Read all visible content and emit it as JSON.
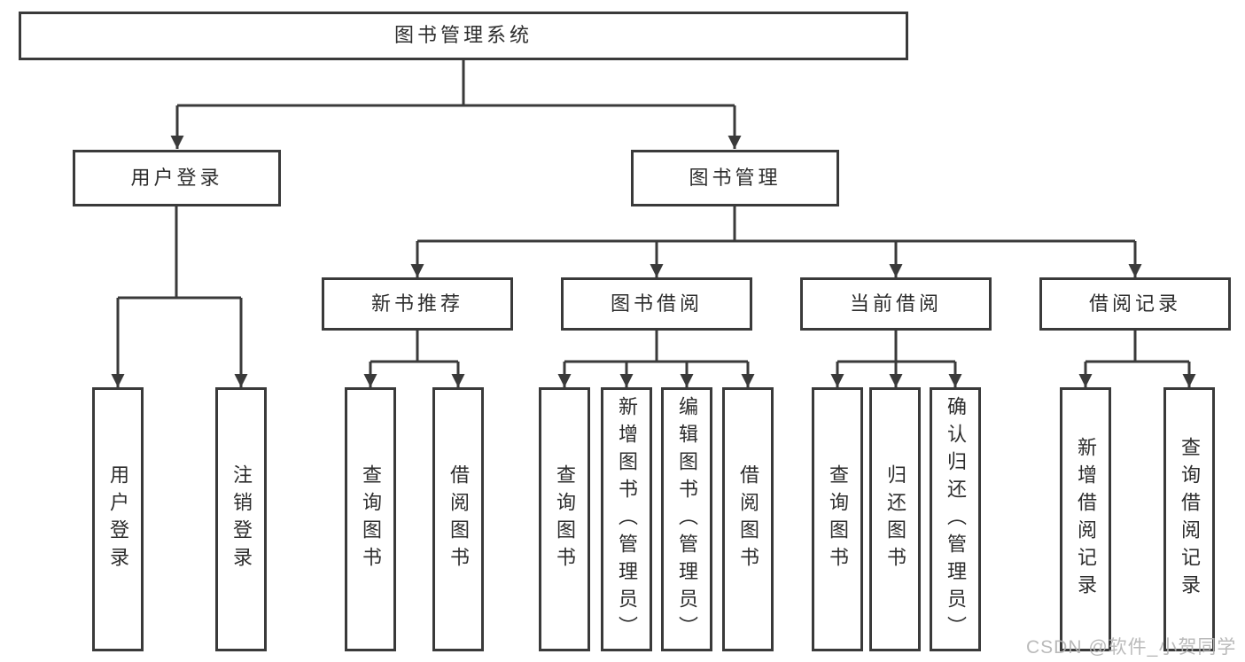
{
  "colors": {
    "line-color": "#3a3a3a",
    "text-color": "#2d2d2d",
    "box-bg": "#ffffff",
    "watermark-color": "#b3b3b3"
  },
  "diagram": {
    "root": {
      "label": "图书管理系统"
    },
    "level2": {
      "user_login": {
        "label": "用户登录"
      },
      "book_mgmt": {
        "label": "图书管理"
      }
    },
    "level3": {
      "new_book_rec": {
        "label": "新书推荐"
      },
      "book_borrow": {
        "label": "图书借阅"
      },
      "current_borrow": {
        "label": "当前借阅"
      },
      "borrow_records": {
        "label": "借阅记录"
      }
    },
    "leaves": {
      "user_login": {
        "label": "用户登录"
      },
      "logout": {
        "label": "注销登录"
      },
      "rec_query_book": {
        "label": "查询图书"
      },
      "rec_borrow_book": {
        "label": "借阅图书"
      },
      "borrow_query_book": {
        "label": "查询图书"
      },
      "borrow_add_book": {
        "label": "新增图书（管理员）"
      },
      "borrow_edit_book": {
        "label": "编辑图书（管理员）"
      },
      "borrow_borrow_book": {
        "label": "借阅图书"
      },
      "current_query_book": {
        "label": "查询图书"
      },
      "current_return_book": {
        "label": "归还图书"
      },
      "current_confirm_return": {
        "label": "确认归还（管理员）"
      },
      "records_add_record": {
        "label": "新增借阅记录"
      },
      "records_query_record": {
        "label": "查询借阅记录"
      }
    }
  },
  "watermark": {
    "text": "CSDN @软件_小贺同学"
  }
}
